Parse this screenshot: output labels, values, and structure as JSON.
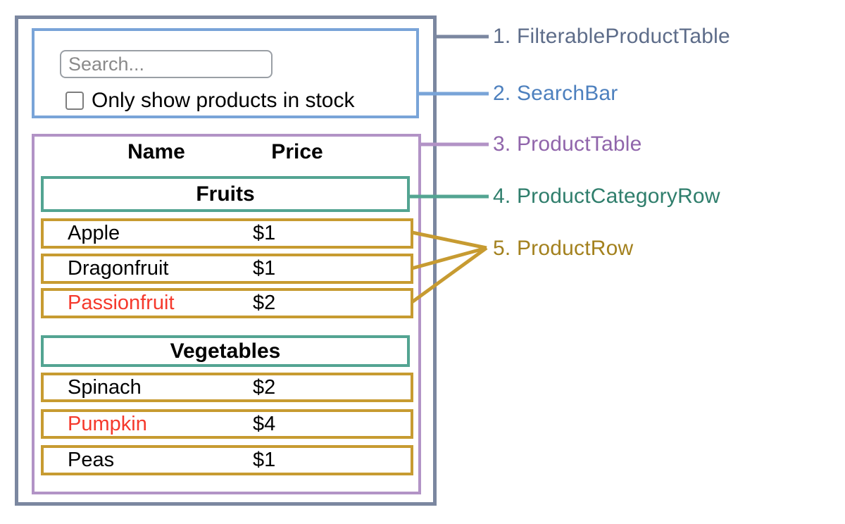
{
  "search_bar": {
    "placeholder": "Search...",
    "checkbox_label": "Only show products in stock"
  },
  "product_table": {
    "name_header": "Name",
    "price_header": "Price",
    "sections": [
      {
        "category": "Fruits",
        "rows": [
          {
            "name": "Apple",
            "price": "$1"
          },
          {
            "name": "Dragonfruit",
            "price": "$1"
          },
          {
            "name": "Passionfruit",
            "price": "$2",
            "color": "#f5392c"
          }
        ]
      },
      {
        "category": "Vegetables",
        "rows": [
          {
            "name": "Spinach",
            "price": "$2"
          },
          {
            "name": "Pumpkin",
            "price": "$4",
            "color": "#f5392c"
          },
          {
            "name": "Peas",
            "price": "$1"
          }
        ]
      }
    ]
  },
  "legend": {
    "items": [
      {
        "label": "1. FilterableProductTable",
        "color": "#5d6c89"
      },
      {
        "label": "2. SearchBar",
        "color": "#4d80be"
      },
      {
        "label": "3. ProductTable",
        "color": "#9065ab"
      },
      {
        "label": "4. ProductCategoryRow",
        "color": "#2f7e6c"
      },
      {
        "label": "5. ProductRow",
        "color": "#a3811e"
      }
    ]
  },
  "colors": {
    "outer_border": "#7b87a0",
    "search_border": "#79a4d8",
    "table_border": "#b293c6",
    "category_border": "#53a492",
    "row_border": "#c79b31",
    "highlight_text": "#f5392c"
  }
}
